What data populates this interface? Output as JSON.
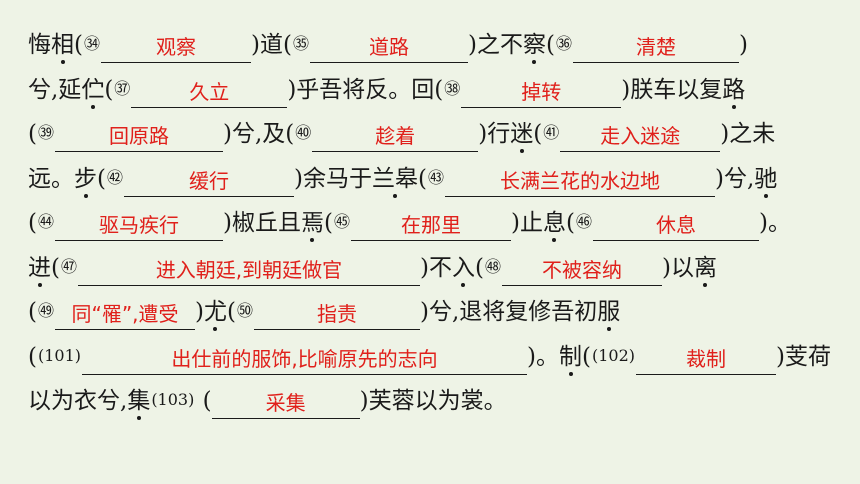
{
  "lines": [
    [
      {
        "t": "悔"
      },
      {
        "t": "相",
        "dot": true
      },
      {
        "t": "("
      },
      {
        "n": "㉞"
      },
      {
        "b": "观察",
        "w": 150
      },
      {
        "t": ")道("
      },
      {
        "n": "㉟"
      },
      {
        "b": "道路",
        "w": 158
      },
      {
        "t": ")之不"
      },
      {
        "t": "察",
        "dot": true
      },
      {
        "t": "("
      },
      {
        "n": "㊱"
      },
      {
        "b": "清楚",
        "w": 166
      },
      {
        "t": ")"
      }
    ],
    [
      {
        "t": "兮,延"
      },
      {
        "t": "伫",
        "dot": true
      },
      {
        "t": "("
      },
      {
        "n": "㊲"
      },
      {
        "b": "久立",
        "w": 156
      },
      {
        "t": ")乎吾将反。回("
      },
      {
        "n": "㊳"
      },
      {
        "b": "掉转",
        "w": 160
      },
      {
        "t": ")朕车以复"
      },
      {
        "t": "路",
        "dot": true
      }
    ],
    [
      {
        "t": "("
      },
      {
        "n": "㊴"
      },
      {
        "b": "回原路",
        "w": 168
      },
      {
        "t": ")兮,及("
      },
      {
        "n": "㊵"
      },
      {
        "b": "趁着",
        "w": 166
      },
      {
        "t": ")行"
      },
      {
        "t": "迷",
        "dot": true
      },
      {
        "t": "("
      },
      {
        "n": "㊶"
      },
      {
        "b": "走入迷途",
        "w": 160
      },
      {
        "t": ")之未"
      }
    ],
    [
      {
        "t": "远。"
      },
      {
        "t": "步",
        "dot": true
      },
      {
        "t": "("
      },
      {
        "n": "㊷"
      },
      {
        "b": "缓行",
        "w": 170
      },
      {
        "t": ")余马于"
      },
      {
        "t": "兰皋",
        "dot": true
      },
      {
        "t": "("
      },
      {
        "n": "㊸"
      },
      {
        "b": "长满兰花的水边地",
        "w": 270
      },
      {
        "t": ")兮,"
      },
      {
        "t": "驰",
        "dot": true
      }
    ],
    [
      {
        "t": "("
      },
      {
        "n": "㊹"
      },
      {
        "b": "驱马疾行",
        "w": 168
      },
      {
        "t": ")椒丘且"
      },
      {
        "t": "焉",
        "dot": true
      },
      {
        "t": "("
      },
      {
        "n": "㊺"
      },
      {
        "b": "在那里",
        "w": 160
      },
      {
        "t": ")止"
      },
      {
        "t": "息",
        "dot": true
      },
      {
        "t": "("
      },
      {
        "n": "㊻"
      },
      {
        "b": "休息",
        "w": 166
      },
      {
        "t": ")。"
      }
    ],
    [
      {
        "t": "进",
        "dot": true
      },
      {
        "t": "("
      },
      {
        "n": "㊼"
      },
      {
        "b": "进入朝廷,到朝廷做官",
        "w": 342
      },
      {
        "t": ")不"
      },
      {
        "t": "入",
        "dot": true
      },
      {
        "t": "("
      },
      {
        "n": "㊽"
      },
      {
        "b": "不被容纳",
        "w": 160
      },
      {
        "t": ")以"
      },
      {
        "t": "离",
        "dot": true
      }
    ],
    [
      {
        "t": "("
      },
      {
        "n": "㊾"
      },
      {
        "b": "同“罹”,遭受",
        "w": 140
      },
      {
        "t": ")"
      },
      {
        "t": "尤",
        "dot": true
      },
      {
        "t": "("
      },
      {
        "n": "㊿"
      },
      {
        "b": "指责",
        "w": 166
      },
      {
        "t": ")兮,退将复修吾初"
      },
      {
        "t": "服",
        "dot": true
      }
    ],
    [
      {
        "t": "("
      },
      {
        "n": "(101)"
      },
      {
        "b": "出仕前的服饰,比喻原先的志向",
        "w": 445
      },
      {
        "t": ")。"
      },
      {
        "t": "制",
        "dot": true
      },
      {
        "t": "("
      },
      {
        "n": "(102)"
      },
      {
        "b": "裁制",
        "w": 140
      },
      {
        "t": ")芰荷"
      }
    ],
    [
      {
        "t": "以为衣兮,"
      },
      {
        "t": "集",
        "dot": true
      },
      {
        "n": "(103)"
      },
      {
        "t": " ("
      },
      {
        "b": "采集",
        "w": 148
      },
      {
        "t": ")芙蓉以为裳。"
      }
    ]
  ]
}
